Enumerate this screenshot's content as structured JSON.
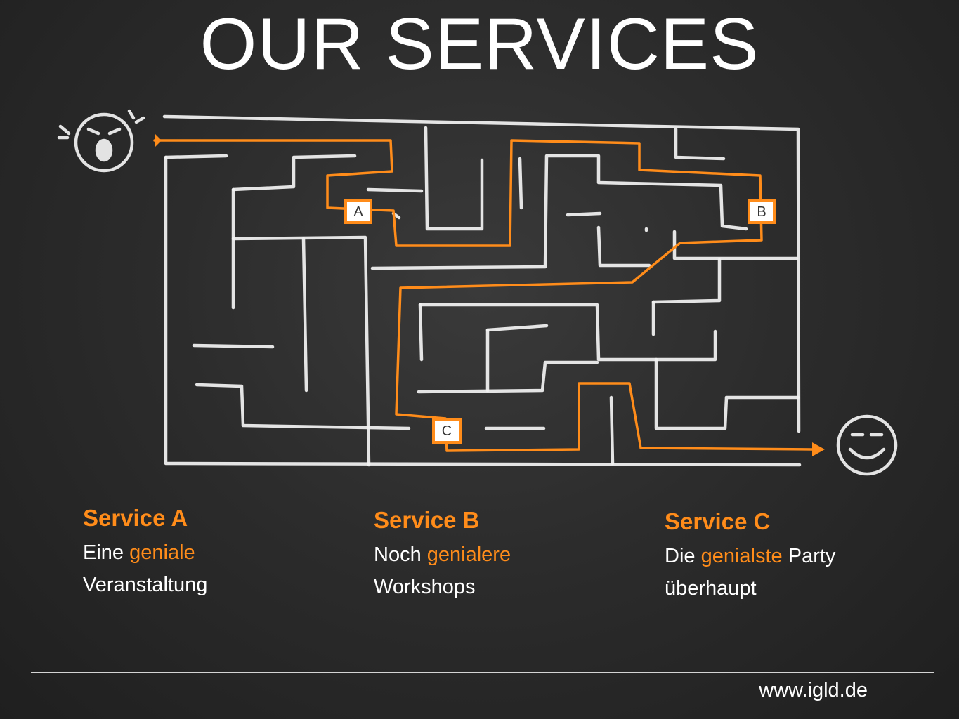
{
  "title": "OUR SERVICES",
  "maze": {
    "markers": [
      "A",
      "B",
      "C"
    ],
    "start_icon": "sad-face-icon",
    "end_icon": "happy-face-icon",
    "path_color": "#ff8c1a",
    "chalk_color": "#f2f2f2"
  },
  "services": [
    {
      "heading": "Service A",
      "line1_pre": "Eine ",
      "line1_accent": "geniale",
      "line1_post": "",
      "line2": "Veranstaltung"
    },
    {
      "heading": "Service B",
      "line1_pre": "Noch ",
      "line1_accent": "genialere",
      "line1_post": "",
      "line2": "Workshops"
    },
    {
      "heading": "Service C",
      "line1_pre": "Die ",
      "line1_accent": "genialste",
      "line1_post": " Party",
      "line2": "überhaupt"
    }
  ],
  "footer": {
    "url": "www.igld.de"
  },
  "colors": {
    "accent": "#ff8c1a",
    "background": "#2c2c2c",
    "text": "#ffffff"
  }
}
